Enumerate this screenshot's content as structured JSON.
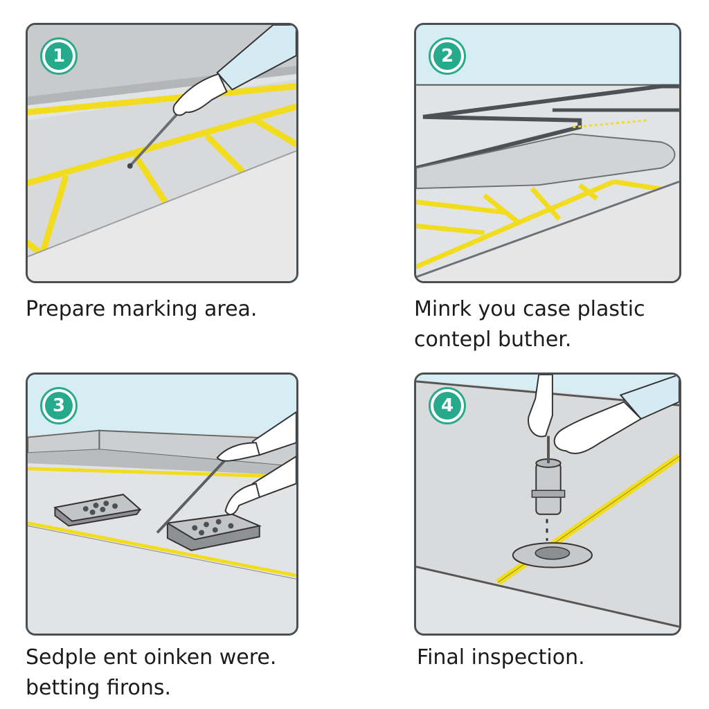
{
  "steps": [
    {
      "number": "1",
      "caption_lines": [
        "Prepare marking area."
      ]
    },
    {
      "number": "2",
      "caption_lines": [
        "Minrk you case plastic",
        "contepl buther."
      ]
    },
    {
      "number": "3",
      "caption_lines": [
        "Sedple ent oinken were.",
        "betting firons."
      ]
    },
    {
      "number": "4",
      "caption_lines": [
        "Final inspection."
      ]
    }
  ],
  "colors": {
    "frame": "#4a4f54",
    "badge": "#27a98b",
    "marking_yellow": "#f4e21a",
    "floor": "#e4e5e6",
    "wall_sky": "#d6ecf3"
  }
}
